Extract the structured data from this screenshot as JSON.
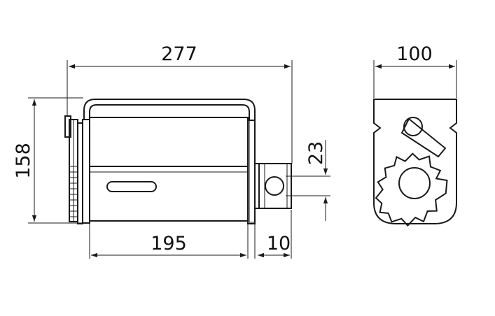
{
  "dimensions": {
    "overall_length": "277",
    "side_width": "100",
    "height": "158",
    "body_length": "195",
    "shaft_length": "10",
    "shaft_diameter": "23"
  },
  "colors": {
    "body_fill": "#dcdcdc",
    "body_fill_dark": "#c4c4c4",
    "line": "#1a1a1a",
    "background": "#ffffff"
  }
}
